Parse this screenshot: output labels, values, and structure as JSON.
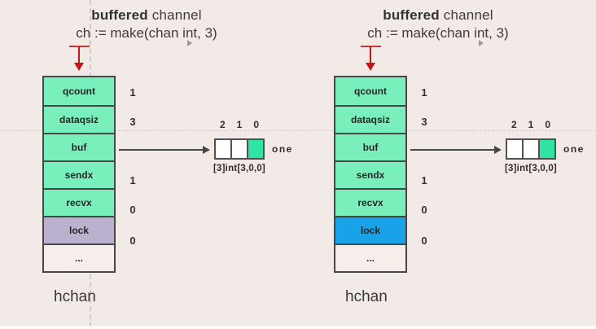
{
  "colors": {
    "background": "#f2eae7",
    "cell_green": "#79f0bc",
    "buffer_green": "#2ee6a2",
    "lock_lavender": "#b9b1ce",
    "lock_blue": "#18a2e8",
    "border_dark": "#474747",
    "arrow_red": "#c41414",
    "guide_gray": "#cfc8c5",
    "text_dark": "#3a3a3a"
  },
  "panels": [
    {
      "title_bold": "buffered",
      "title_regular": " channel",
      "code": "ch := make(chan int, 3)",
      "fields": [
        {
          "label": "qcount",
          "value": "1"
        },
        {
          "label": "dataqsiz",
          "value": "3"
        },
        {
          "label": "buf",
          "value": ""
        },
        {
          "label": "sendx",
          "value": "1"
        },
        {
          "label": "recvx",
          "value": "0"
        },
        {
          "label": "lock",
          "value": "0",
          "highlight": "lavender"
        },
        {
          "label": "...",
          "value": ""
        }
      ],
      "buffer": {
        "indices": [
          "2",
          "1",
          "0"
        ],
        "cells": [
          "empty",
          "empty",
          "filled"
        ],
        "value_label": "one",
        "type_label": "[3]int[3,0,0]"
      },
      "struct_label": "hchan"
    },
    {
      "title_bold": "buffered",
      "title_regular": " channel",
      "code": "ch := make(chan int, 3)",
      "fields": [
        {
          "label": "qcount",
          "value": "1"
        },
        {
          "label": "dataqsiz",
          "value": "3"
        },
        {
          "label": "buf",
          "value": ""
        },
        {
          "label": "sendx",
          "value": "1"
        },
        {
          "label": "recvx",
          "value": "0"
        },
        {
          "label": "lock",
          "value": "0",
          "highlight": "blue"
        },
        {
          "label": "...",
          "value": ""
        }
      ],
      "buffer": {
        "indices": [
          "2",
          "1",
          "0"
        ],
        "cells": [
          "empty",
          "empty",
          "filled"
        ],
        "value_label": "one",
        "type_label": "[3]int[3,0,0]"
      },
      "struct_label": "hchan"
    }
  ]
}
